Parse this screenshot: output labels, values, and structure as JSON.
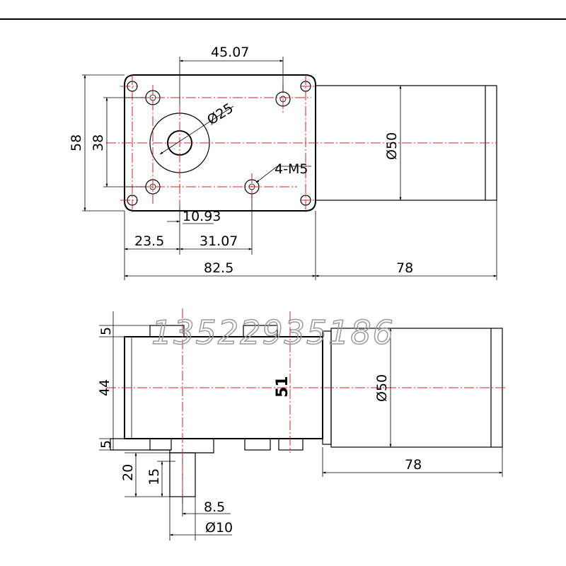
{
  "top_view": {
    "dim_hole_spacing_h": "45.07",
    "dim_shaft_dia": "Ø25",
    "dim_height_total": "58",
    "dim_hole_spacing_v": "38",
    "dim_motor_dia": "Ø50",
    "dim_thread": "4-M5",
    "dim_shaft_offset": "10.93",
    "dim_left_offset": "23.5",
    "dim_hole_offset": "31.07",
    "dim_gearbox_length": "82.5",
    "dim_motor_length": "78"
  },
  "side_view": {
    "dim_top_boss": "5",
    "dim_body_height": "44",
    "dim_bottom_boss": "5",
    "dim_shaft_length": "20",
    "dim_flat_length": "15",
    "dim_flat_width": "8.5",
    "dim_shaft_dia": "Ø10",
    "dim_motor_dia": "Ø50",
    "dim_motor_length": "78",
    "dim_center_51": "51"
  },
  "watermark": "13522935186"
}
